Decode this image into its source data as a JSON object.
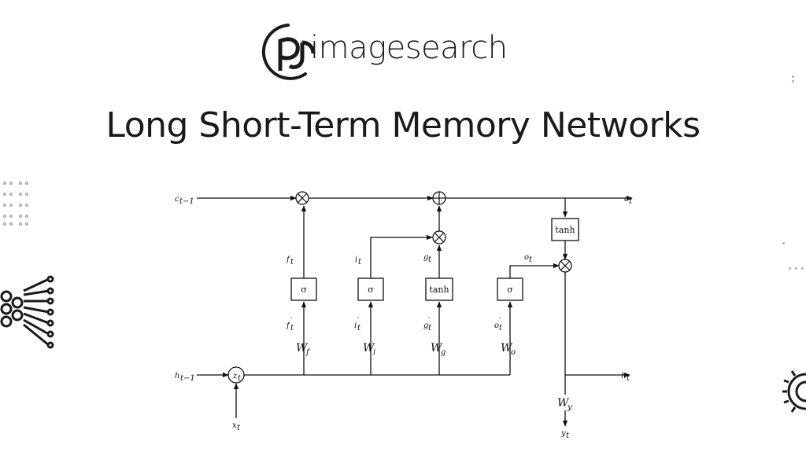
{
  "logo": {
    "brand_text": "imagesearch",
    "mark_letters": "py"
  },
  "title": "Long Short-Term Memory Networks",
  "diagram": {
    "inputs": {
      "c_prev": "c",
      "c_prev_sub": "t−1",
      "h_prev": "h",
      "h_prev_sub": "t−1",
      "x": "x",
      "x_sub": "t"
    },
    "outputs": {
      "c_out": "c",
      "c_out_sub": "t",
      "h_out": "h",
      "h_out_sub": "t",
      "y": "y",
      "y_sub": "t"
    },
    "concat": {
      "base": "z",
      "sub": "t"
    },
    "gates": [
      {
        "key": "f",
        "activation": "σ",
        "weight": "W",
        "weight_sub": "f",
        "pre": "f",
        "post": "f",
        "sub": "t"
      },
      {
        "key": "i",
        "activation": "σ",
        "weight": "W",
        "weight_sub": "i",
        "pre": "i",
        "post": "i",
        "sub": "t"
      },
      {
        "key": "g",
        "activation": "tanh",
        "weight": "W",
        "weight_sub": "g",
        "pre": "g",
        "post": "g",
        "sub": "t"
      },
      {
        "key": "o",
        "activation": "σ",
        "weight": "W",
        "weight_sub": "o",
        "pre": "o",
        "post": "o",
        "sub": "t"
      }
    ],
    "cell_tanh": "tanh",
    "output_weight": {
      "base": "W",
      "sub": "y"
    },
    "ops": {
      "multiply": "⊗",
      "add": "⊕"
    }
  }
}
